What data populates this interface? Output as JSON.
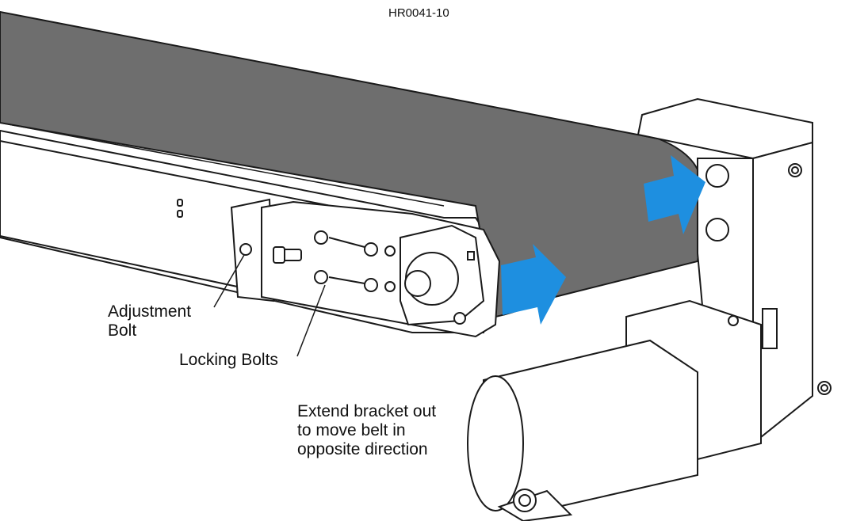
{
  "figure_id": "HR0041-10",
  "labels": {
    "adjustment_bolt": [
      "Adjustment",
      "Bolt"
    ],
    "locking_bolts": "Locking Bolts",
    "extend_bracket": [
      "Extend bracket out",
      "to move belt in",
      "opposite direction"
    ]
  },
  "colors": {
    "belt": "#6e6e6e",
    "arrow": "#1e8fe0",
    "line": "#1a1a1a"
  }
}
